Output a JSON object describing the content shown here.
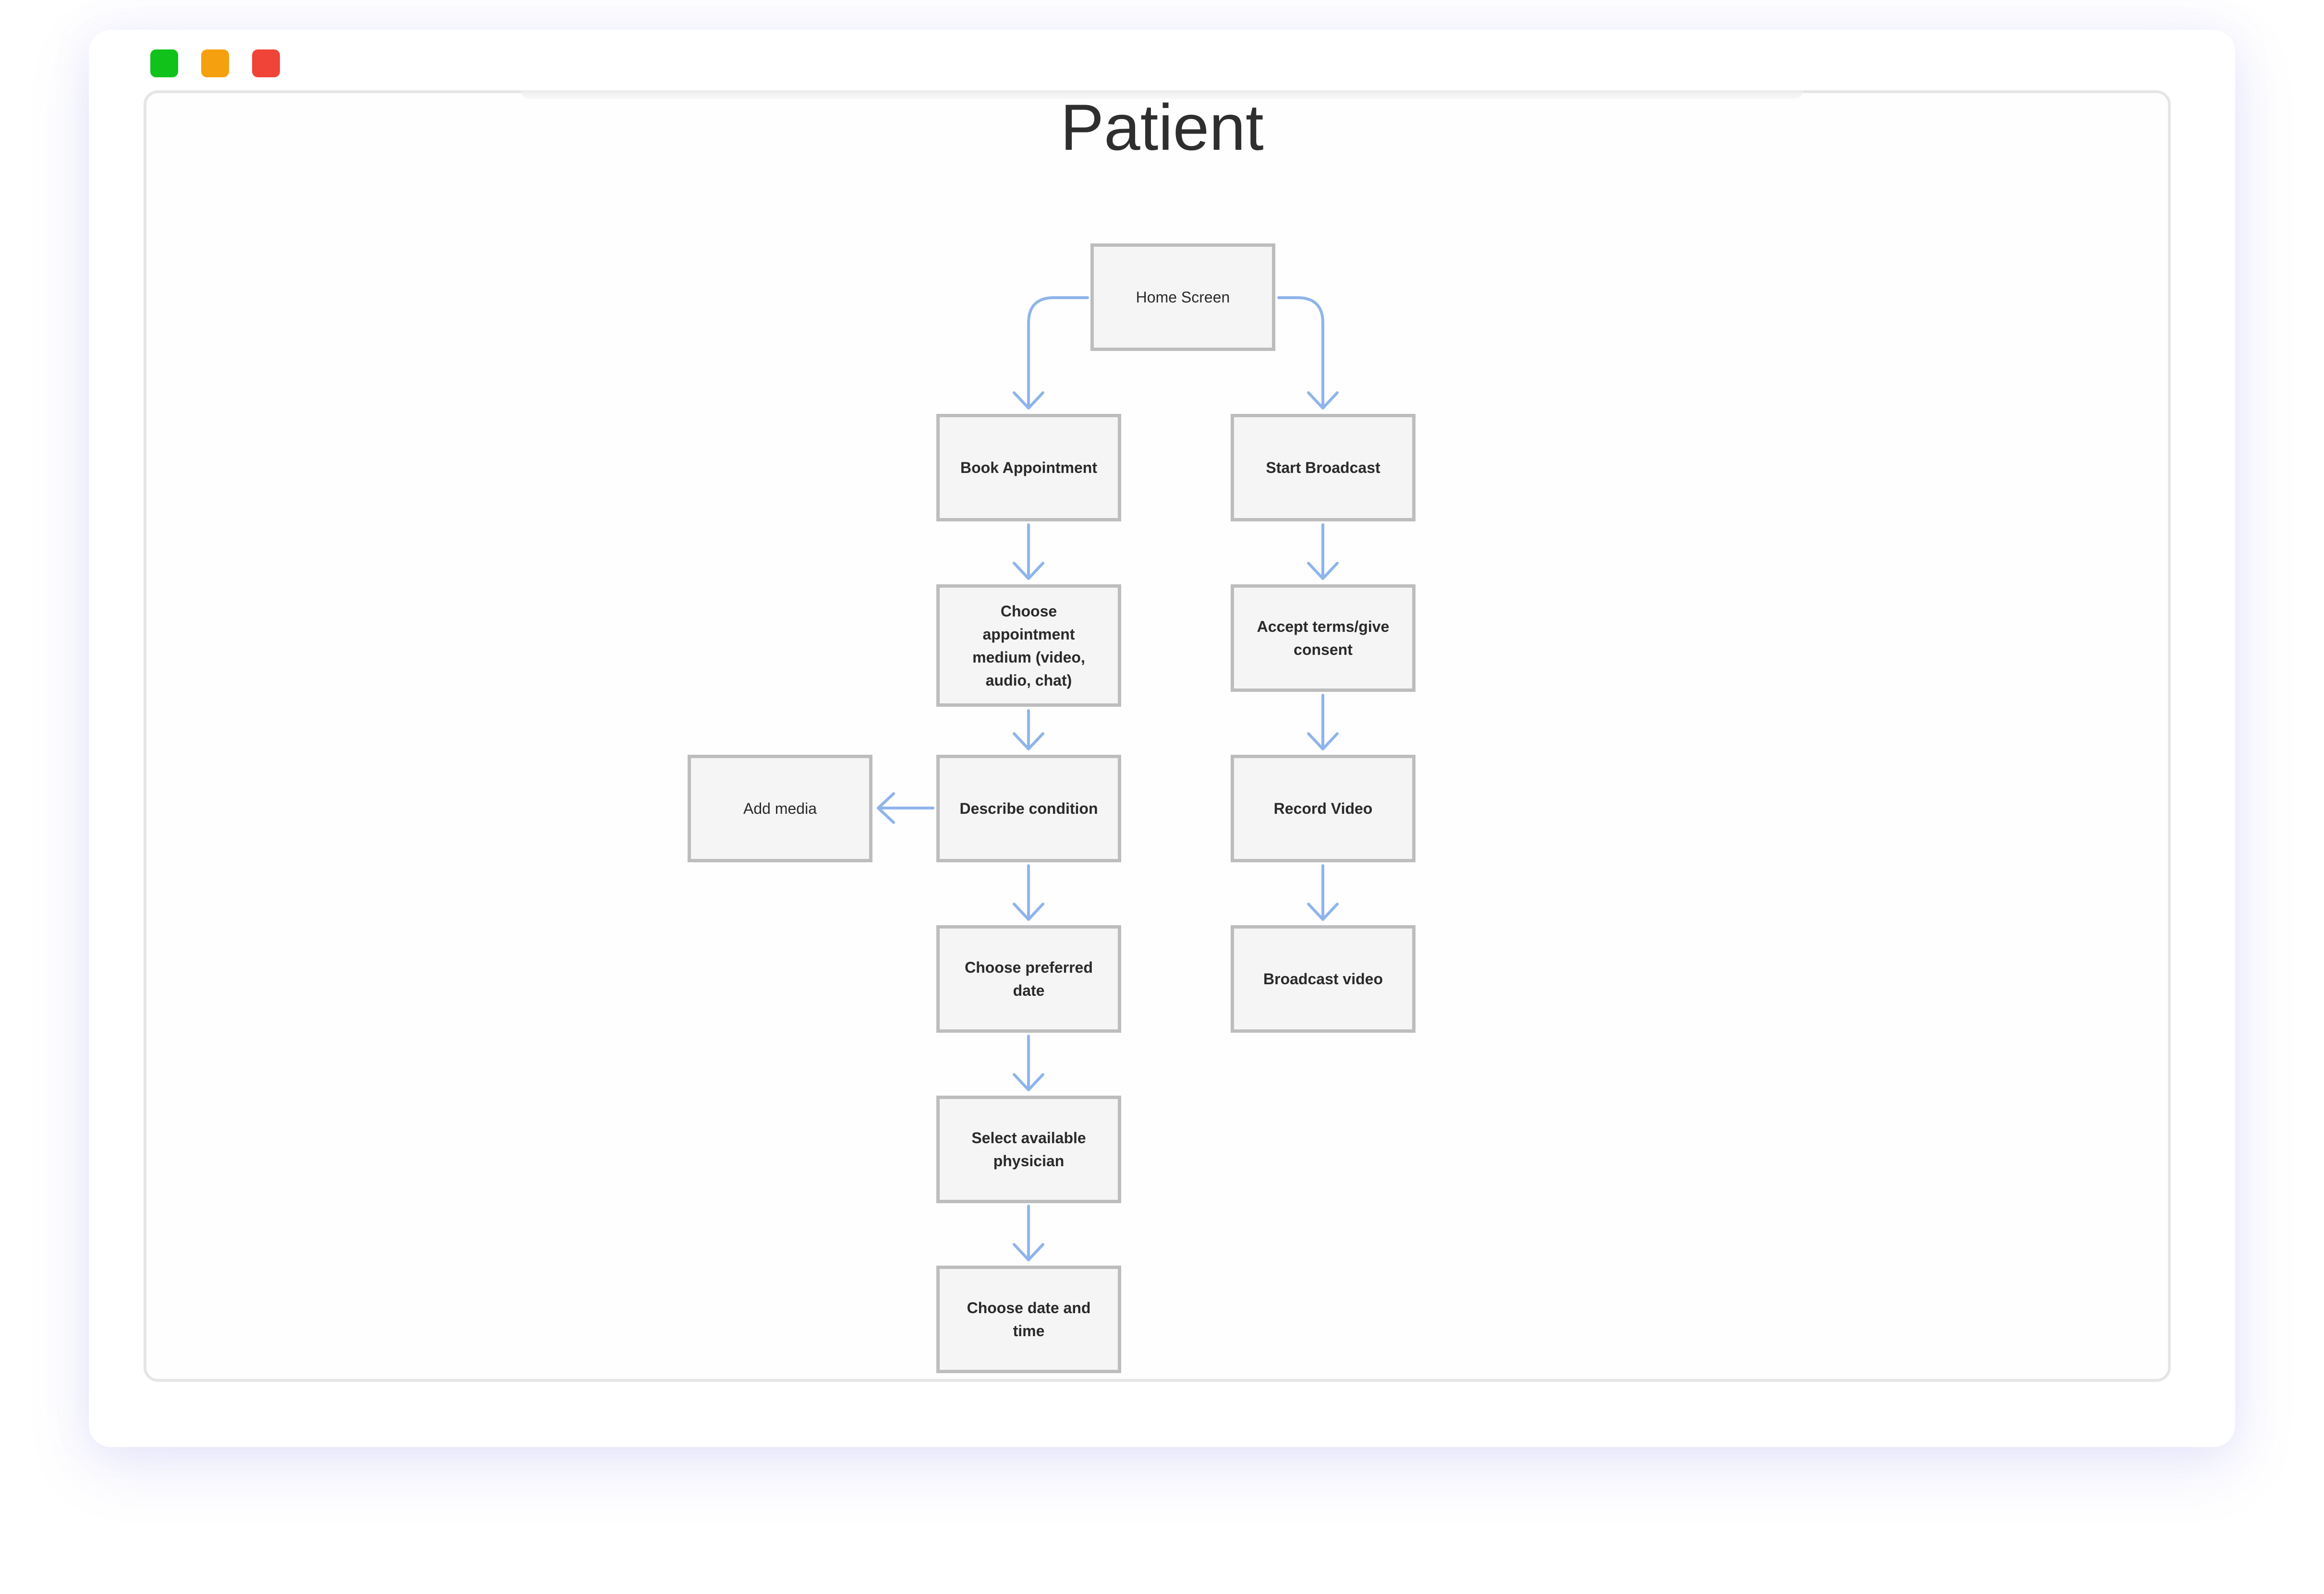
{
  "window": {
    "controls": [
      {
        "name": "green",
        "color": "#10c21a"
      },
      {
        "name": "orange",
        "color": "#f5a00f"
      },
      {
        "name": "red",
        "color": "#f04438"
      }
    ]
  },
  "diagram": {
    "title": "Patient",
    "connector_color": "#8fb4ec",
    "nodes": {
      "home_screen": "Home Screen",
      "book_appointment": "Book Appointment",
      "start_broadcast": "Start Broadcast",
      "choose_medium": "Choose appointment medium (video, audio, chat)",
      "accept_terms": "Accept terms/give consent",
      "describe_condition": "Describe condition",
      "add_media": "Add media",
      "record_video": "Record Video",
      "choose_preferred_date": "Choose preferred date",
      "broadcast_video": "Broadcast video",
      "select_physician": "Select available physician",
      "choose_date_time": "Choose date and time"
    }
  }
}
